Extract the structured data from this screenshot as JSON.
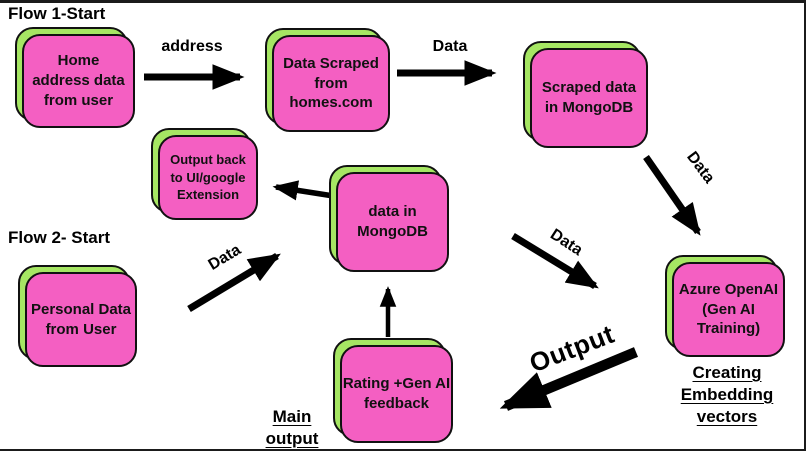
{
  "labels": {
    "flow1": "Flow 1-Start",
    "flow2": "Flow 2- Start"
  },
  "boxes": {
    "home": "Home\naddress data\nfrom user",
    "data_scraped": "Data Scraped\nfrom\nhomes.com",
    "scraped_mongodb": "Scraped data\nin MongoDB",
    "azure": "Azure OpenAI\n(Gen AI\nTraining)",
    "output_back": "Output back\nto UI/google\nExtension",
    "data_mongodb": "data in\nMongoDB",
    "personal": "Personal Data\nfrom User",
    "rating": "Rating +Gen AI\nfeedback"
  },
  "arrow_labels": {
    "address": "address",
    "data_scrape": "Data",
    "data_to_azure": "Data",
    "data_personal": "Data",
    "data_mid": "Data",
    "output": "Output"
  },
  "annotations": {
    "creating_embedding": "Creating\nEmbedding\nvectors",
    "main_output": "Main\noutput"
  },
  "colors": {
    "pink": "#F45FC2",
    "green": "#A6E663",
    "line": "#111111",
    "arrow": "#000000",
    "frame": "#1b1b1b"
  }
}
